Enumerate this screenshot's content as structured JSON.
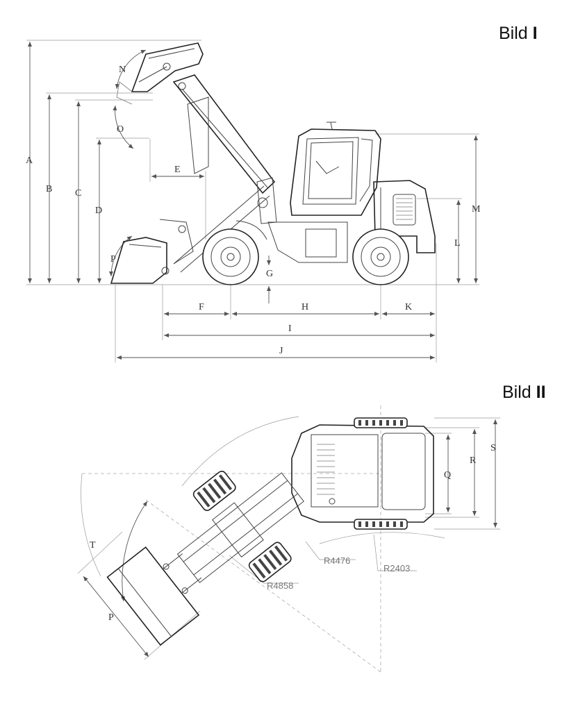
{
  "figures": [
    {
      "title_word": "Bild",
      "title_numeral": "I",
      "dimension_labels": [
        "A",
        "B",
        "C",
        "D",
        "E",
        "F",
        "G",
        "H",
        "I",
        "J",
        "K",
        "L",
        "M",
        "N",
        "O",
        "P"
      ]
    },
    {
      "title_word": "Bild",
      "title_numeral": "II",
      "dimension_labels": [
        "P",
        "Q",
        "R",
        "S",
        "T"
      ],
      "radius_labels": [
        "R4476",
        "R2403",
        "R4858"
      ]
    }
  ]
}
